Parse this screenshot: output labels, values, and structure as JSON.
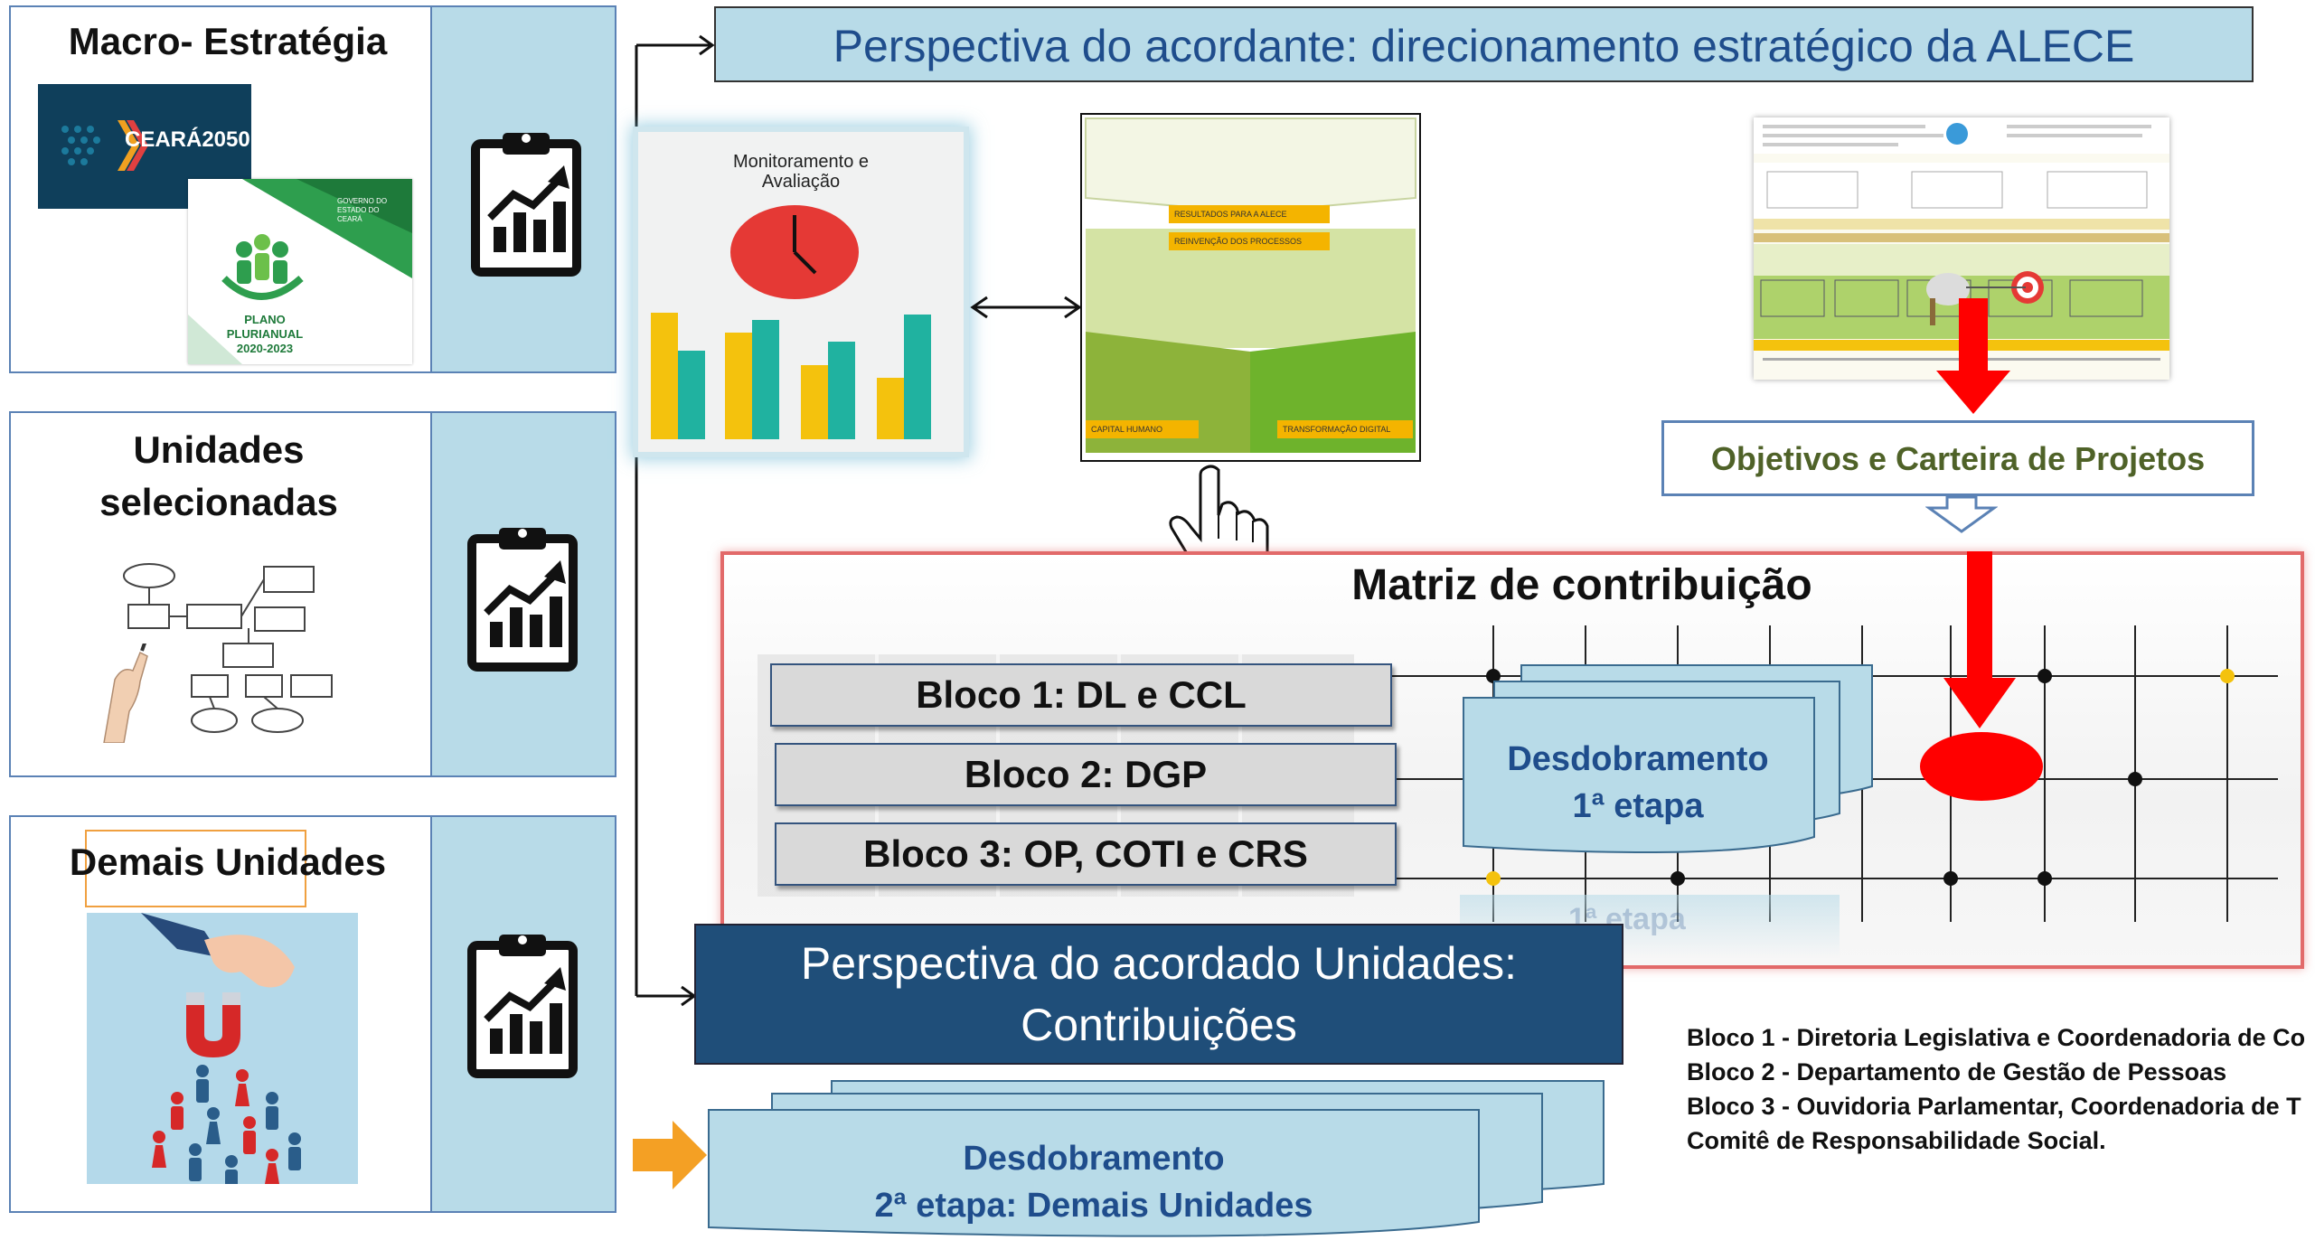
{
  "left_panels": {
    "macro": {
      "title": "Macro- Estratégia",
      "ceara_logo": "CEARÁ2050",
      "plano_caption": [
        "PLANO",
        "PLURIANUAL",
        "2020-2023"
      ],
      "governo_label": "GOVERNO DO ESTADO DO CEARÁ"
    },
    "unidades": {
      "title_line1": "Unidades",
      "title_line2": "selecionadas"
    },
    "demais": {
      "title": "Demais Unidades"
    }
  },
  "top_banner": "Perspectiva do acordante: direcionamento estratégico da ALECE",
  "monitoring_card": {
    "title_line1": "Monitoramento e",
    "title_line2": "Avaliação"
  },
  "strategy_map": {
    "label_resultados": "RESULTADOS PARA A ALECE",
    "label_reinvencao": "REINVENÇÃO DOS PROCESSOS",
    "label_capital": "CAPITAL HUMANO",
    "label_transformacao": "TRANSFORMAÇÃO DIGITAL"
  },
  "objectives_box": "Objetivos e Carteira de Projetos",
  "matriz": {
    "title": "Matriz de contribuição",
    "blocos": [
      "Bloco 1: DL e CCL",
      "Bloco 2: DGP",
      "Bloco 3: OP, COTI e CRS"
    ],
    "desdobramento_1_line1": "Desdobramento",
    "desdobramento_1_line2": "1ª etapa",
    "faded_text": "1ª etapa"
  },
  "bottom_banner": {
    "line1": "Perspectiva do acordado Unidades:",
    "line2": "Contribuições"
  },
  "desdobramento_2": {
    "line1": "Desdobramento",
    "line2": "2ª etapa: Demais Unidades"
  },
  "legend": [
    "Bloco 1 - Diretoria Legislativa e Coordenadoria de Co",
    "Bloco 2 - Departamento de Gestão de Pessoas",
    "Bloco 3 - Ouvidoria Parlamentar, Coordenadoria de T",
    "Comitê de Responsabilidade Social."
  ],
  "icons": [
    "clipboard-chart-icon",
    "hand-cursor-icon",
    "double-arrow-icon",
    "red-down-arrow-icon",
    "orange-right-arrow-icon",
    "clock-icon",
    "target-icon"
  ],
  "colors": {
    "light_blue": "#b8dbe8",
    "dark_blue": "#1f4e79",
    "text_blue": "#1f4d8c",
    "olive_green": "#4f6228",
    "red": "#ff0000",
    "orange": "#f4a024",
    "yellow_bar": "#f4c20d",
    "teal_bar": "#20b2a0"
  }
}
